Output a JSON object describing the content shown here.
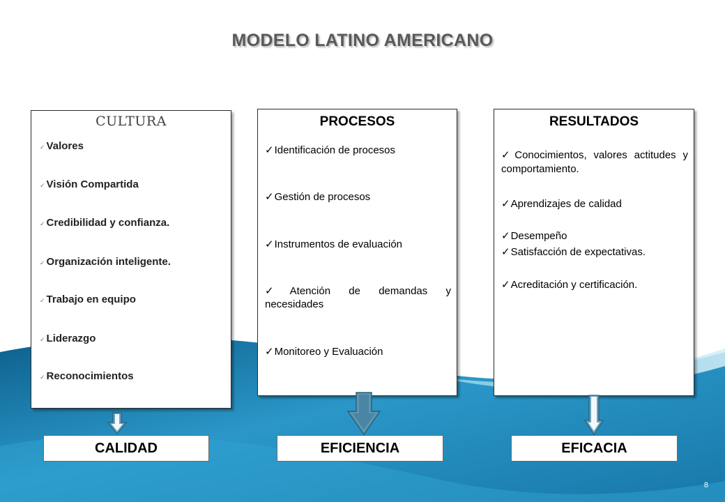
{
  "slide": {
    "title": "MODELO LATINO AMERICANO",
    "page_number": "8"
  },
  "columns": [
    {
      "heading": "CULTURA",
      "items": [
        "Valores",
        "Visión Compartida",
        "Credibilidad y confianza.",
        "Organización inteligente.",
        "Trabajo en equipo",
        "Liderazgo",
        "Reconocimientos"
      ],
      "outcome": "CALIDAD"
    },
    {
      "heading": "PROCESOS",
      "items": [
        "Identificación de procesos",
        "Gestión de procesos",
        "Instrumentos de evaluación",
        "Atención de demandas y necesidades",
        "Monitoreo y Evaluación"
      ],
      "outcome": "EFICIENCIA"
    },
    {
      "heading": "RESULTADOS",
      "items": [
        "Conocimientos, valores actitudes y comportamiento.",
        "Aprendizajes de calidad",
        "Desempeño",
        "Satisfacción de expectativas.",
        "Acreditación y certificación."
      ],
      "outcome": "EFICACIA"
    }
  ],
  "icons": {
    "check": "✓",
    "arrows": [
      "down-arrow-icon",
      "down-arrow-icon",
      "down-arrow-icon"
    ]
  },
  "colors": {
    "title_text": "#595959",
    "background_wave": "#1a7fb0",
    "arrow_fill": "#5e95b0",
    "box_border": "#2b2b2b"
  }
}
